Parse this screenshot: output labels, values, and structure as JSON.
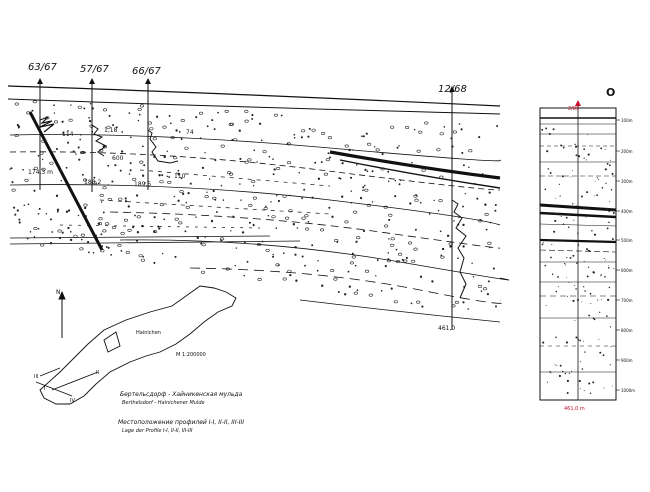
{
  "section": {
    "boreholes": [
      {
        "id": "63/67"
      },
      {
        "id": "57/67"
      },
      {
        "id": "66/67"
      },
      {
        "id": "12/68"
      }
    ],
    "depth_marks": [
      "174,3 m",
      "180,2",
      "189,5",
      "114",
      "110",
      "600",
      "74",
      "1,18",
      "461,0"
    ]
  },
  "log_column": {
    "label": "O",
    "top_mark": "2/83",
    "bottom_mark": "461,0 m",
    "scale_marks": [
      "100m",
      "200m",
      "300m",
      "400m",
      "500m",
      "600m",
      "700m",
      "800m",
      "900m",
      "1000m"
    ]
  },
  "map": {
    "north": "N",
    "scale": "M 1:200000",
    "place": "Hainichen",
    "profile_marks": [
      "I",
      "II",
      "III",
      "IV"
    ],
    "title_ru": "Бертельсдорф - Хайникенская мульда",
    "title_de": "Berthelsdorf - Hainichener Mulde",
    "legend_ru": "Местоположение профилей I-I, II-II, III-III",
    "legend_de": "Lage der Profile I-I, II-II, III-III"
  }
}
